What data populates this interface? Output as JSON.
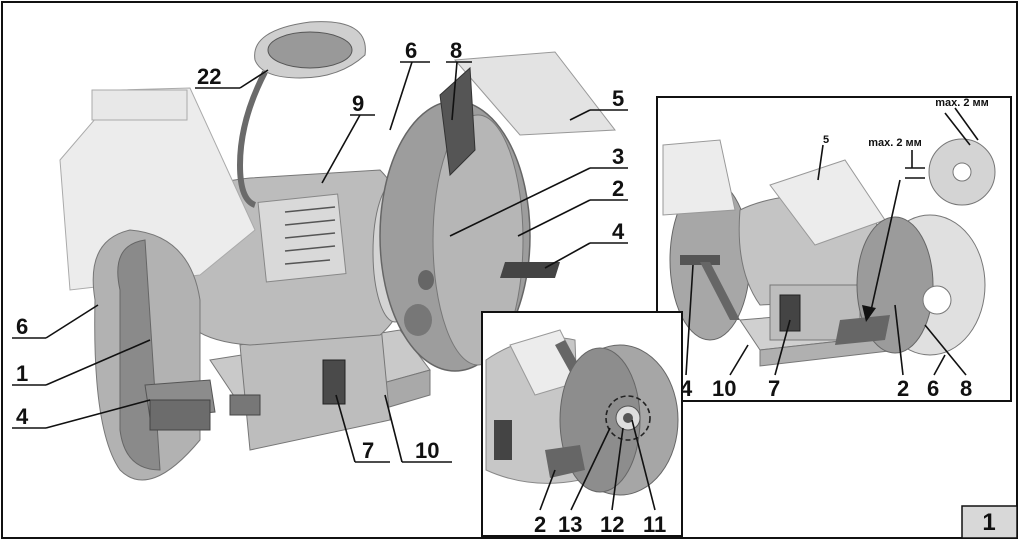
{
  "figure_number": "1",
  "main_labels": {
    "light": "22",
    "wheel_guard_right": "6",
    "spark_guard": "8",
    "motor": "9",
    "eye_shield": "5",
    "wheel_cover": "3",
    "grinding_wheel": "2",
    "tool_rest_right": "4",
    "wheel_guard_left": "6",
    "wheel_left": "1",
    "tool_rest_left": "4",
    "switch": "7",
    "base": "10"
  },
  "detail_right": {
    "max_gap_top": "max. 2 мм",
    "max_gap_side": "max. 2 мм",
    "shield_label": "5",
    "bottom_labels": [
      "4",
      "10",
      "7",
      "2",
      "6",
      "8"
    ]
  },
  "detail_bottom": {
    "bottom_labels": [
      "2",
      "13",
      "12",
      "11"
    ]
  }
}
